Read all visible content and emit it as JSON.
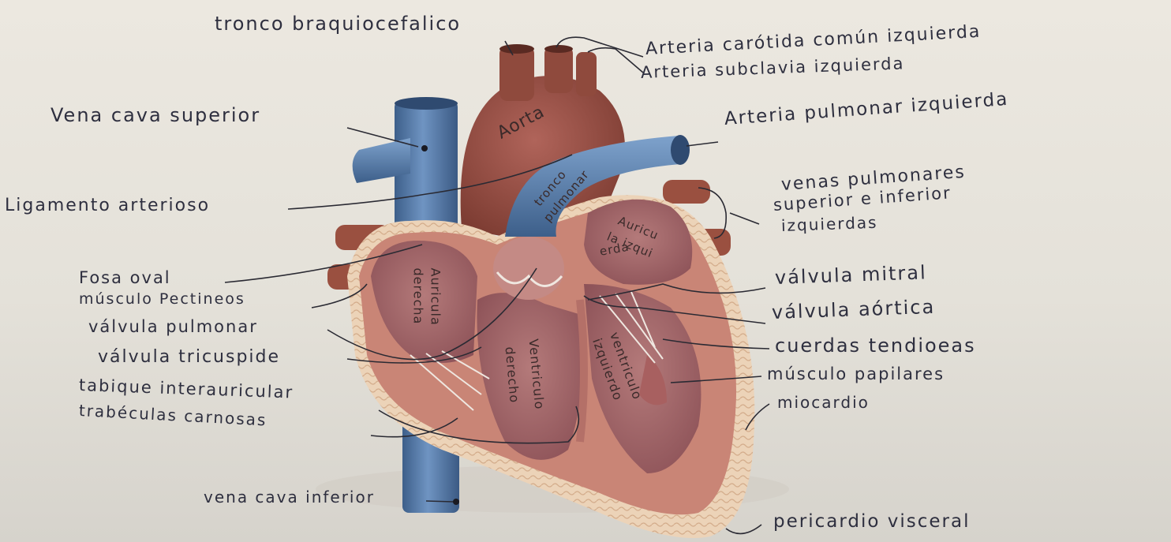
{
  "labels": {
    "tronco_braquiocefalico": "tronco braquiocefalico",
    "arteria_carotida": "Arteria carótida común izquierda",
    "arteria_subclavia": "Arteria subclavia izquierda",
    "vena_cava_superior": "Vena cava superior",
    "arteria_pulmonar": "Arteria pulmonar izquierda",
    "ligamento_arterioso": "Ligamento arterioso",
    "venas_pulmonares_1": "venas pulmonares",
    "venas_pulmonares_2": "superior e inferior",
    "venas_pulmonares_3": "izquierdas",
    "fosa_oval": "Fosa oval",
    "musculo_pectineos": "músculo Pectineos",
    "valvula_mitral": "válvula mitral",
    "valvula_pulmonar": "válvula pulmonar",
    "valvula_aortica": "válvula aórtica",
    "valvula_tricuspide": "válvula tricuspide",
    "cuerdas_tendinosas": "cuerdas tendioeas",
    "tabique_interauricular": "tabique interauricular",
    "musculo_papilares": "músculo papilares",
    "trabeculas_carnosas": "trabéculas carnosas",
    "miocardio": "miocardio",
    "vena_cava_inferior": "vena cava inferior",
    "pericardio_visceral": "pericardio visceral"
  },
  "in_image_labels": {
    "aorta": "Aorta",
    "tronco_pulmonar_1": "tronco",
    "tronco_pulmonar_2": "pulmonar",
    "auricula_izquierda_1": "Auricu",
    "auricula_izquierda_2": "la izqui",
    "auricula_izquierda_3": "erda",
    "auricula_derecha_1": "Auricula",
    "auricula_derecha_2": "derecha",
    "ventriculo_derecho_1": "Ventriculo",
    "ventriculo_derecho_2": "derecho",
    "ventriculo_izquierdo_1": "ventriculo",
    "ventriculo_izquierdo_2": "izquierdo"
  },
  "colors": {
    "paper": "#e6e2da",
    "ink": "#2e2f3f",
    "vein_blue": "#4a6f9c",
    "artery_red": "#8a4538",
    "myocardium": "#c9877a",
    "pericardium": "#e9cfb4"
  }
}
